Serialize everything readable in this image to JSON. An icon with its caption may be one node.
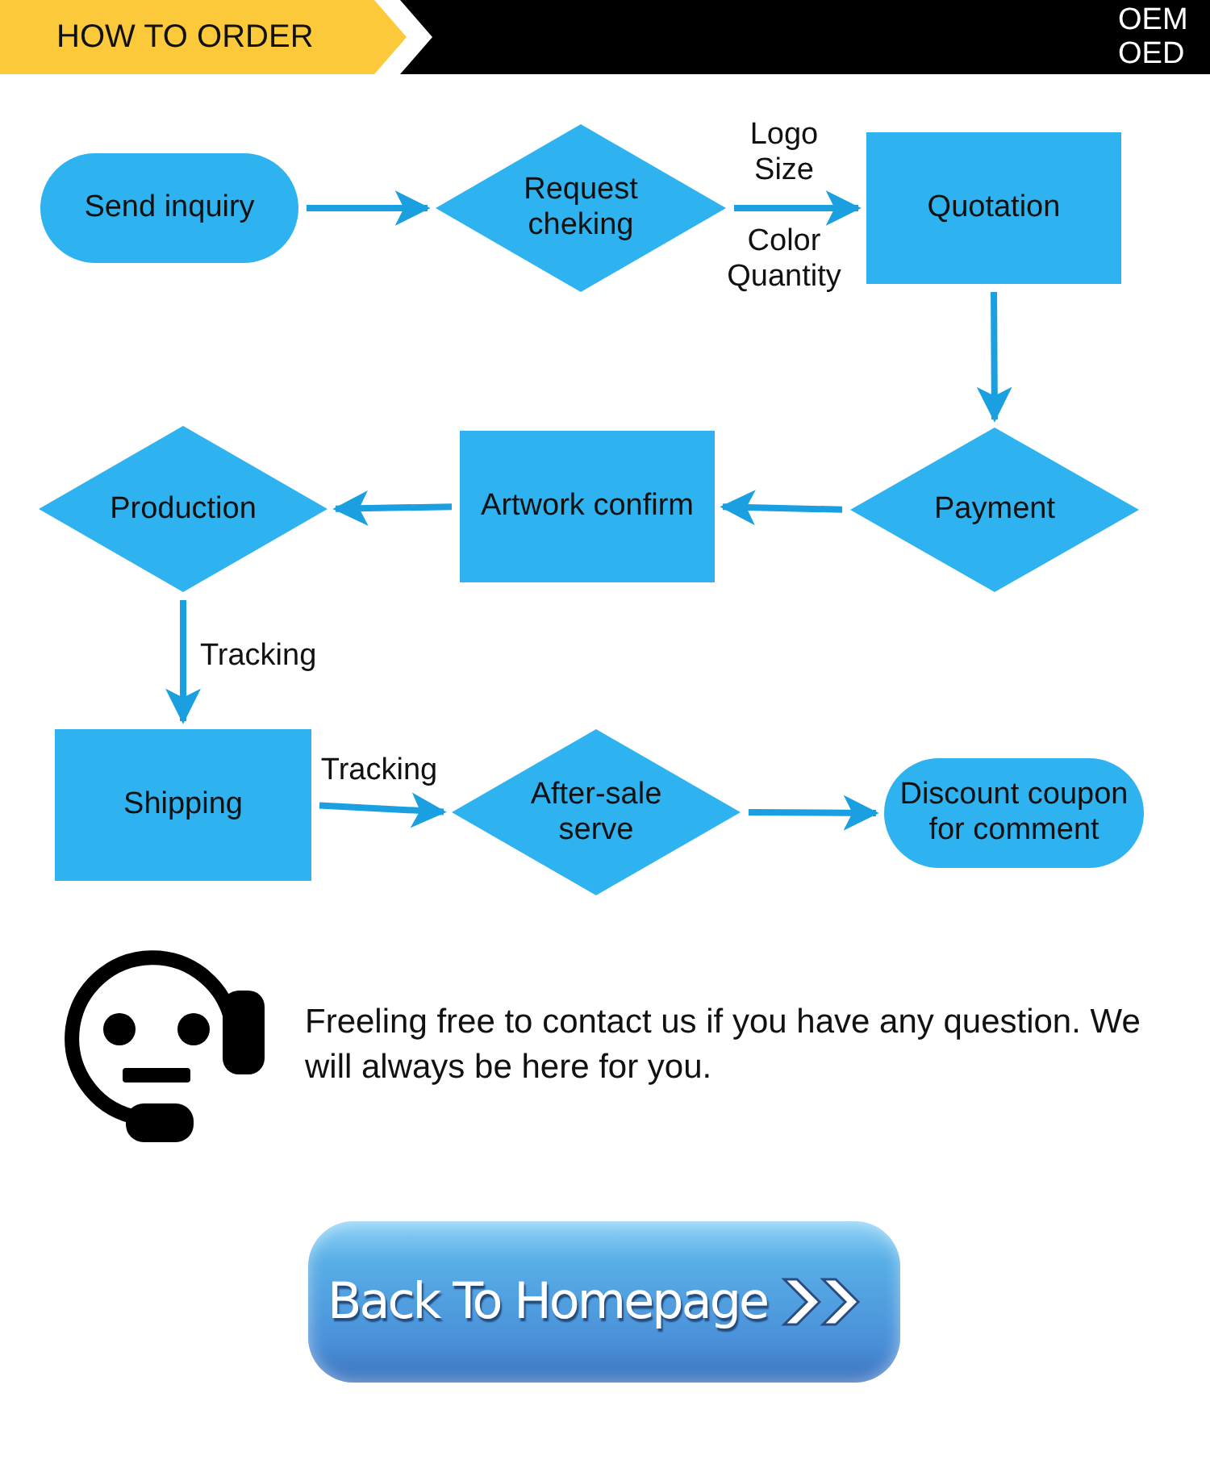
{
  "diagram": {
    "title": "HOW TO ORDER",
    "nodes": [
      {
        "text": [
          "Send inquiry"
        ]
      },
      {
        "text": [
          "Request cheking"
        ]
      },
      {
        "text": [
          "Quotation"
        ]
      },
      {
        "text": [
          "Payment"
        ]
      },
      {
        "text": [
          "Artwork confirm"
        ]
      },
      {
        "text": [
          "Production"
        ]
      },
      {
        "text": [
          "Shipping"
        ]
      },
      {
        "text": [
          "After-sale serve"
        ]
      },
      {
        "text": [
          "Discount coupon for comment"
        ]
      }
    ],
    "edges": [
      {
        "from": 0,
        "to": 1,
        "arrow": "to"
      },
      {
        "from": 1,
        "to": 2,
        "arrow": "to",
        "label": "Logo Size"
      },
      {
        "from": 2,
        "to": 3,
        "arrow": "to"
      },
      {
        "from": 3,
        "to": 4,
        "arrow": "to"
      },
      {
        "from": 4,
        "to": 5,
        "arrow": "to"
      },
      {
        "from": 5,
        "to": 6,
        "arrow": "to",
        "label": "Tracking"
      },
      {
        "from": 6,
        "to": 7,
        "arrow": "to",
        "label": "Tracking"
      },
      {
        "from": 7,
        "to": 8,
        "arrow": "to"
      }
    ],
    "labels": [
      "OEM",
      "OED",
      "Color Quantity",
      "Freeling free to contact us if you have any question. We will always be here for you.",
      "Back To Homepage"
    ]
  }
}
